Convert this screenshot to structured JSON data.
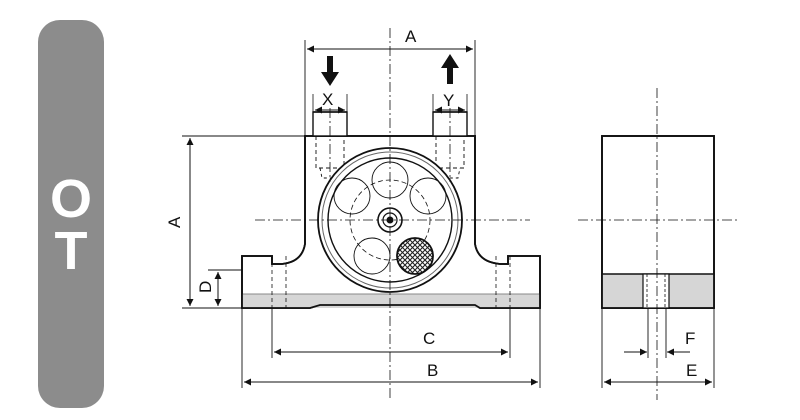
{
  "series_tab": {
    "letters": [
      "O",
      "T"
    ],
    "color": "#8c8c8c"
  },
  "dimensions": {
    "A_top": "A",
    "A_side": "A",
    "B": "B",
    "C": "C",
    "D": "D",
    "E": "E",
    "F": "F",
    "X": "X",
    "Y": "Y"
  },
  "arrows": {
    "inlet": "arrow-down-icon",
    "outlet": "arrow-up-icon"
  }
}
